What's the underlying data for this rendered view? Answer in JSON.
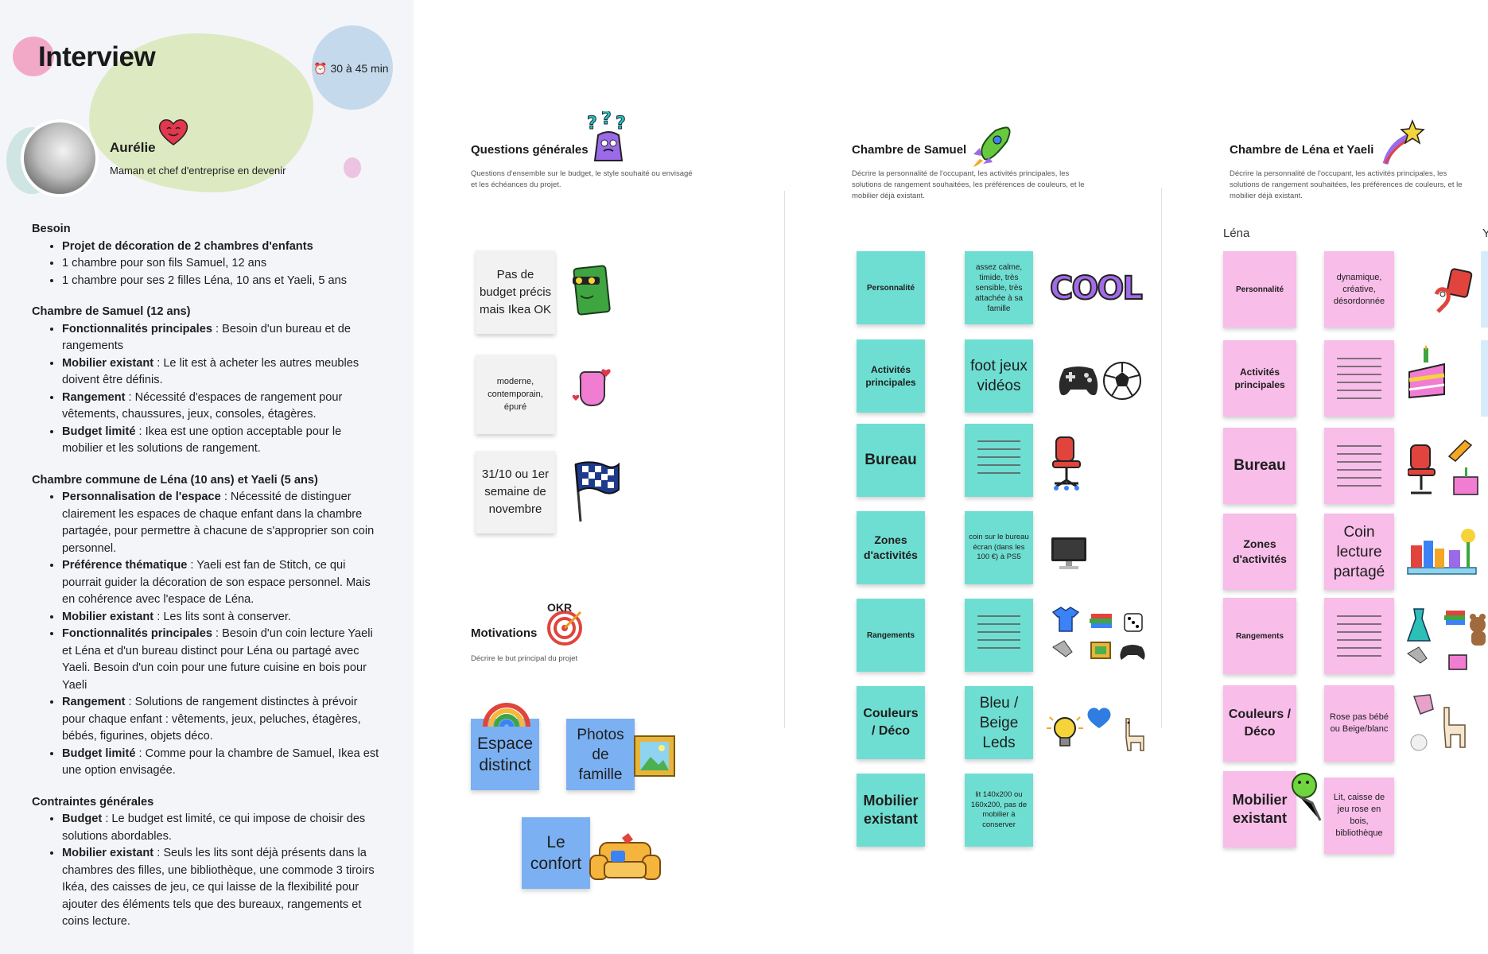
{
  "header": {
    "title": "Interview",
    "duration": "30 à 45 min"
  },
  "person": {
    "name": "Aurélie",
    "role": "Maman et chef d'entreprise en devenir"
  },
  "notes": {
    "besoin": {
      "title": "Besoin",
      "items": [
        {
          "bold": "Projet de décoration de 2 chambres d'enfants",
          "text": ""
        },
        {
          "bold": "",
          "text": "1 chambre pour son fils Samuel, 12 ans"
        },
        {
          "bold": "",
          "text": "1 chambre pour ses 2 filles Léna, 10 ans et Yaeli, 5 ans"
        }
      ]
    },
    "samuel": {
      "title": "Chambre de Samuel (12 ans)",
      "items": [
        {
          "bold": "Fonctionnalités principales",
          "text": " : Besoin d'un bureau et de rangements"
        },
        {
          "bold": "Mobilier existant",
          "text": " : Le lit est à acheter les autres meubles doivent être définis."
        },
        {
          "bold": "Rangement",
          "text": " : Nécessité d'espaces de rangement pour vêtements,  chaussures, jeux, consoles, étagères."
        },
        {
          "bold": "Budget limité",
          "text": " : Ikea est une option acceptable pour le mobilier et les solutions de rangement."
        }
      ]
    },
    "commune": {
      "title": "Chambre commune de Léna (10 ans) et Yaeli (5 ans)",
      "items": [
        {
          "bold": "Personnalisation de l'espace",
          "text": " : Nécessité de distinguer clairement les espaces de chaque enfant dans la chambre partagée, pour permettre à chacune de s'approprier son coin personnel."
        },
        {
          "bold": "Préférence thématique",
          "text": " : Yaeli est fan de Stitch, ce qui pourrait guider la décoration de son espace personnel. Mais en cohérence avec l'espace de Léna."
        },
        {
          "bold": "Mobilier existant",
          "text": " : Les lits sont à conserver."
        },
        {
          "bold": "Fonctionnalités principales",
          "text": " : Besoin d'un coin lecture Yaeli et Léna et d'un bureau distinct pour Léna ou partagé avec Yaeli. Besoin d'un coin pour une future cuisine en bois pour Yaeli"
        },
        {
          "bold": "Rangement",
          "text": " : Solutions de rangement distinctes à prévoir pour chaque enfant : vêtements, jeux, peluches, étagères, bébés, figurines, objets déco."
        },
        {
          "bold": "Budget limité",
          "text": " : Comme pour la chambre de Samuel, Ikea est une option envisagée."
        }
      ]
    },
    "contraintes": {
      "title": "Contraintes générales",
      "items": [
        {
          "bold": "Budget",
          "text": " : Le budget est limité, ce qui impose de choisir des solutions abordables."
        },
        {
          "bold": "Mobilier existant",
          "text": " : Seuls les lits sont déjà présents dans la chambres des filles, une bibliothèque, une commode 3 tiroirs Ikéa, des caisses de jeu, ce qui laisse de la flexibilité pour ajouter des éléments tels que des bureaux, rangements et coins lecture."
        }
      ]
    }
  },
  "questions": {
    "title": "Questions générales",
    "desc": "Questions d'ensemble sur le budget, le style souhaité ou envisagé et les échéances du projet.",
    "stickies": [
      "Pas de budget précis mais Ikea OK",
      "moderne, contemporain, épuré",
      "31/10 ou 1er semaine de novembre"
    ]
  },
  "motivations": {
    "title": "Motivations",
    "desc": "Décrire le but principal du projet",
    "badge": "OKR",
    "stickies": [
      "Espace distinct",
      "Photos de famille",
      "Le confort"
    ]
  },
  "samuel_board": {
    "title": "Chambre de Samuel",
    "desc": "Décrire la personnalité de l'occupant, les activités principales, les solutions de rangement souhaitées, les préférences de couleurs, et le mobilier déjà existant.",
    "labels": [
      "Personnalité",
      "Activités principales",
      "Bureau",
      "Zones d'activités",
      "Rangements",
      "Couleurs / Déco",
      "Mobilier existant"
    ],
    "values": [
      "assez calme, timide, très sensible, très attachée à sa famille",
      "foot jeux vidéos",
      "",
      "coin sur le bureau écran (dans les 100 €) à PS5",
      "",
      "Bleu / Beige Leds",
      "lit 140x200 ou 160x200, pas de mobilier à conserver"
    ],
    "cool_text": "COOL"
  },
  "lena_board": {
    "title": "Chambre de Léna et Yaeli",
    "desc": "Décrire la personnalité de l'occupant, les activités principales, les solutions de rangement souhaitées, les préférences de couleurs, et le mobilier déjà existant.",
    "sub_label": "Léna",
    "next_label": "Y",
    "labels": [
      "Personnalité",
      "Activités principales",
      "Bureau",
      "Zones d'activités",
      "Rangements",
      "Couleurs / Déco",
      "Mobilier existant"
    ],
    "values": [
      "dynamique, créative, désordonnée",
      "",
      "",
      "Coin lecture partagé",
      "",
      "Rose pas bébé ou Beige/blanc",
      "Lit, caisse de jeu rose en bois, bibliothèque"
    ]
  },
  "colors": {
    "teal": "#6fded2",
    "pink": "#f8bde9",
    "blue": "#7bb0f2",
    "grey": "#f2f2f2",
    "panel": "#f4f5f9"
  }
}
